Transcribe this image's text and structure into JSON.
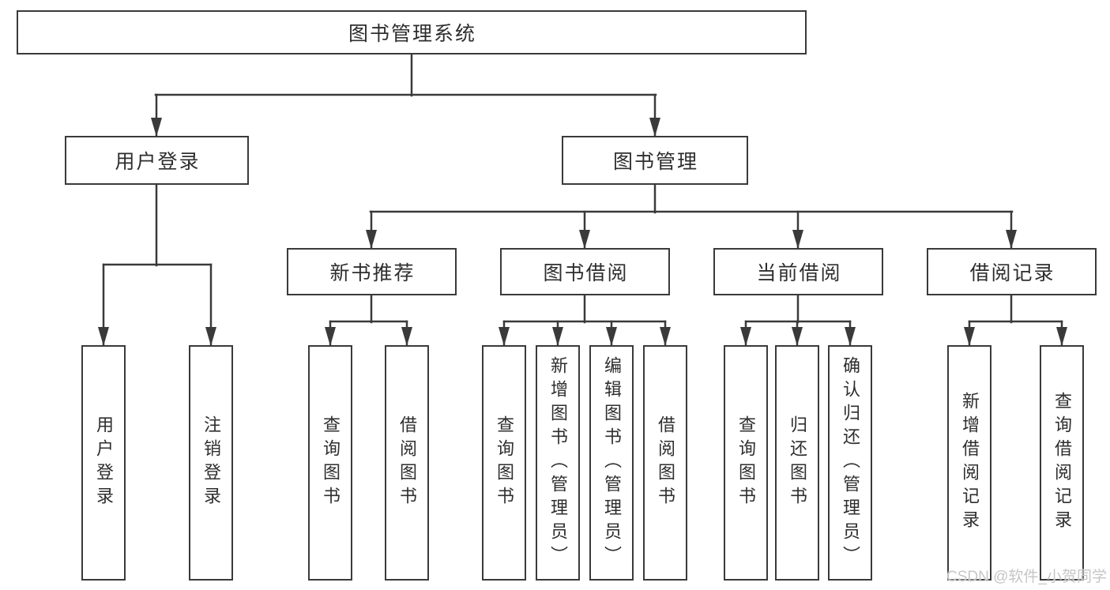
{
  "diagram": {
    "title_node": {
      "label": "图书管理系统"
    },
    "level2": [
      {
        "label": "用户登录"
      },
      {
        "label": "图书管理"
      }
    ],
    "level3": [
      {
        "label": "新书推荐"
      },
      {
        "label": "图书借阅"
      },
      {
        "label": "当前借阅"
      },
      {
        "label": "借阅记录"
      }
    ],
    "leaves": [
      {
        "label": "用户登录"
      },
      {
        "label": "注销登录"
      },
      {
        "label": "查询图书"
      },
      {
        "label": "借阅图书"
      },
      {
        "label": "查询图书"
      },
      {
        "label": "新增图书（管理员）"
      },
      {
        "label": "编辑图书（管理员）"
      },
      {
        "label": "借阅图书"
      },
      {
        "label": "查询图书"
      },
      {
        "label": "归还图书"
      },
      {
        "label": "确认归还（管理员）"
      },
      {
        "label": "新增借阅记录"
      },
      {
        "label": "查询借阅记录"
      }
    ]
  },
  "watermark": {
    "text": "CSDN @软件_小贺同学"
  },
  "colors": {
    "line": "#3a3a3a",
    "box_border": "#3a3a3a",
    "text": "#2e2e2e",
    "watermark": "#c6c6c6",
    "background": "#ffffff"
  }
}
